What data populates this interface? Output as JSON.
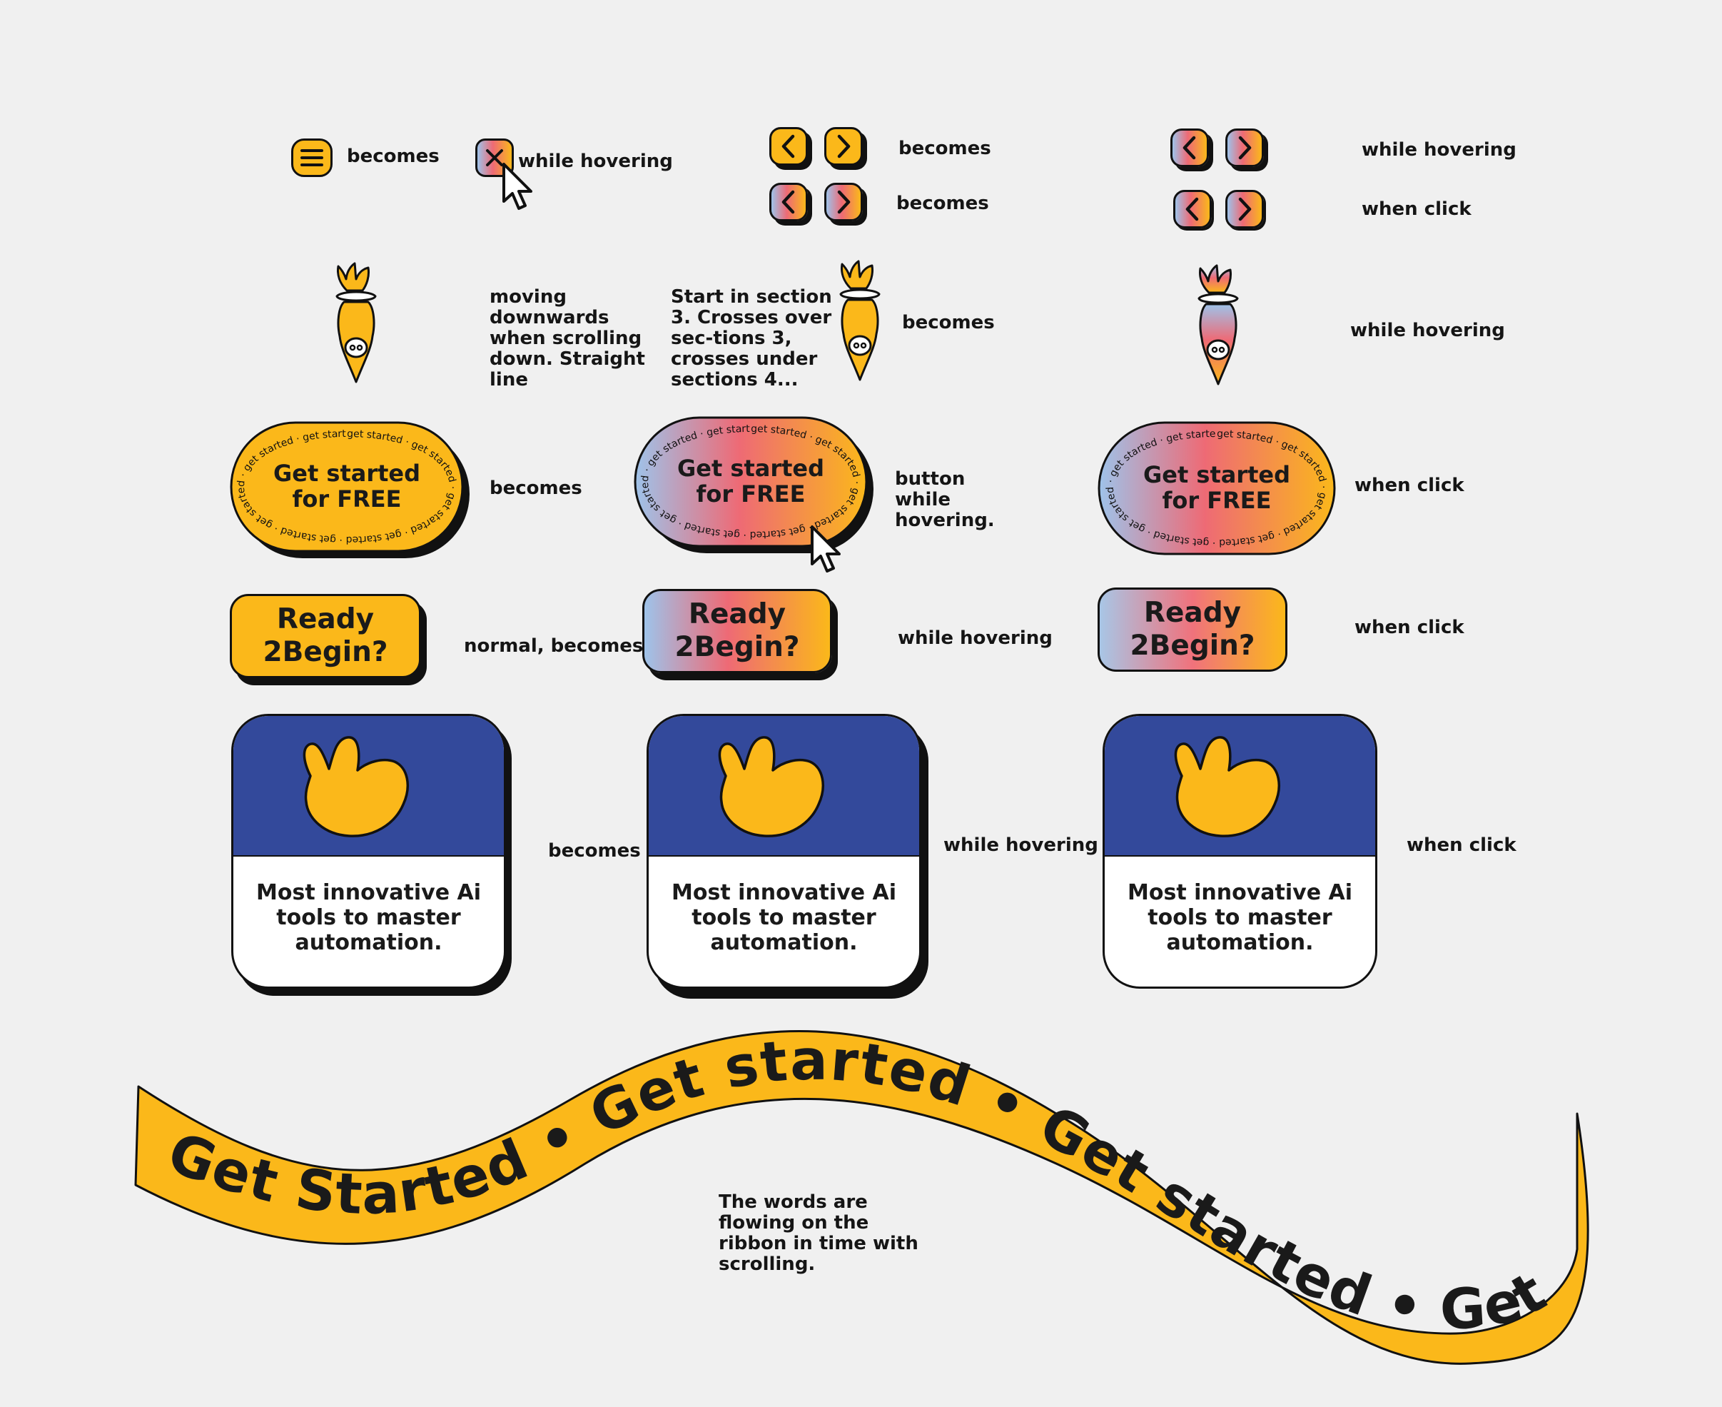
{
  "labels": {
    "menu_becomes": "becomes",
    "close_hover": "while hovering",
    "arrows_becomes_1": "becomes",
    "arrows_becomes_2": "becomes",
    "arrows_hover": "while hovering",
    "arrows_click": "when click",
    "rocket_note": "moving downwards when scrolling down. Straight line",
    "rocket_section_note": "Start in section 3. Crosses over sec-tions 3, crosses under sections 4...",
    "rocket_becomes": "becomes",
    "rocket_hover": "while hovering",
    "cta_becomes": "becomes",
    "cta_hover": "button while hovering.",
    "cta_click": "when click",
    "ready_normal": "normal, becomes",
    "ready_hover": "while hovering",
    "ready_click": "when click",
    "card_becomes": "becomes",
    "card_hover": "while hovering",
    "card_click": "when click",
    "ribbon_note": "The words are flowing on the ribbon in time with scrolling."
  },
  "cta": {
    "line1": "Get started",
    "line2": "for FREE",
    "ring_text": "get started · get started · get started · get started · get started · get started · get started · get started ·"
  },
  "ready": {
    "line1": "Ready",
    "line2": "2Begin?"
  },
  "card": {
    "text": "Most innovative Ai tools to master automation."
  },
  "ribbon": {
    "text": "Get Started   •   Get started   •   Get started   •   Get started   •"
  },
  "colors": {
    "yellow": "#fbb81a",
    "blue": "#33499b",
    "pink": "#ee6a75",
    "light_blue": "#9ec3ea",
    "background": "#f0f0f0"
  },
  "icons": [
    "menu-icon",
    "close-icon",
    "cursor-icon",
    "chevron-left-icon",
    "chevron-right-icon",
    "rocket-icon",
    "blob-icon"
  ]
}
